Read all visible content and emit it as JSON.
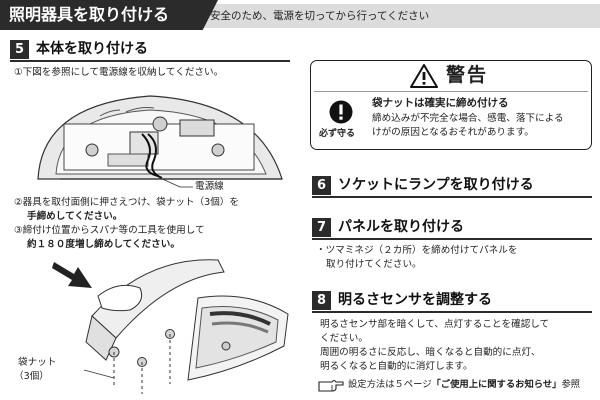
{
  "header": {
    "title": "照明器具を取り付ける",
    "note": "安全のため、電源を切ってから行ってください"
  },
  "step5": {
    "number": "5",
    "title": "本体を取り付ける",
    "instruction1": "①下図を参照にして電源線を収納してください。",
    "cable_label": "電源線",
    "instruction2_line1": "②器具を取付面側に押さえつけ、袋ナット（3個）を",
    "instruction2_line2": "手締めしてください。",
    "instruction3_line1": "③締付け位置からスパナ等の工具を使用して",
    "instruction3_line2": "約１８０度増し締めしてください。",
    "nut_label_line1": "袋ナット",
    "nut_label_line2": "（3個）"
  },
  "warning": {
    "title": "警告",
    "heading": "袋ナットは確実に締め付ける",
    "body_line1": "締め込みが不完全な場合、感電、落下による",
    "body_line2": "けがの原因となるおそれがあります。",
    "must_label": "必ず守る"
  },
  "step6": {
    "number": "6",
    "title": "ソケットにランプを取り付ける"
  },
  "step7": {
    "number": "7",
    "title": "パネルを取り付ける",
    "body_line1": "・ツマミネジ（２カ所）を締め付けてパネルを",
    "body_line2": "取り付けてください。"
  },
  "step8": {
    "number": "8",
    "title": "明るさセンサを調整する",
    "body_line1": "明るさセンサ部を暗くして、点灯することを確認して",
    "body_line2": "ください。",
    "body_line3": "周囲の明るさに反応し、暗くなると自動的に点灯、",
    "body_line4": "明るくなると自動的に消灯します。",
    "reference_prefix": "設定方法は５ページ",
    "reference_link": "「ご使用上に関するお知らせ」",
    "reference_suffix": "参照"
  },
  "icons": {
    "warning": "warning-triangle-icon",
    "must": "exclamation-circle-icon",
    "reference": "pointing-hand-icon",
    "push": "push-arrow-icon"
  }
}
